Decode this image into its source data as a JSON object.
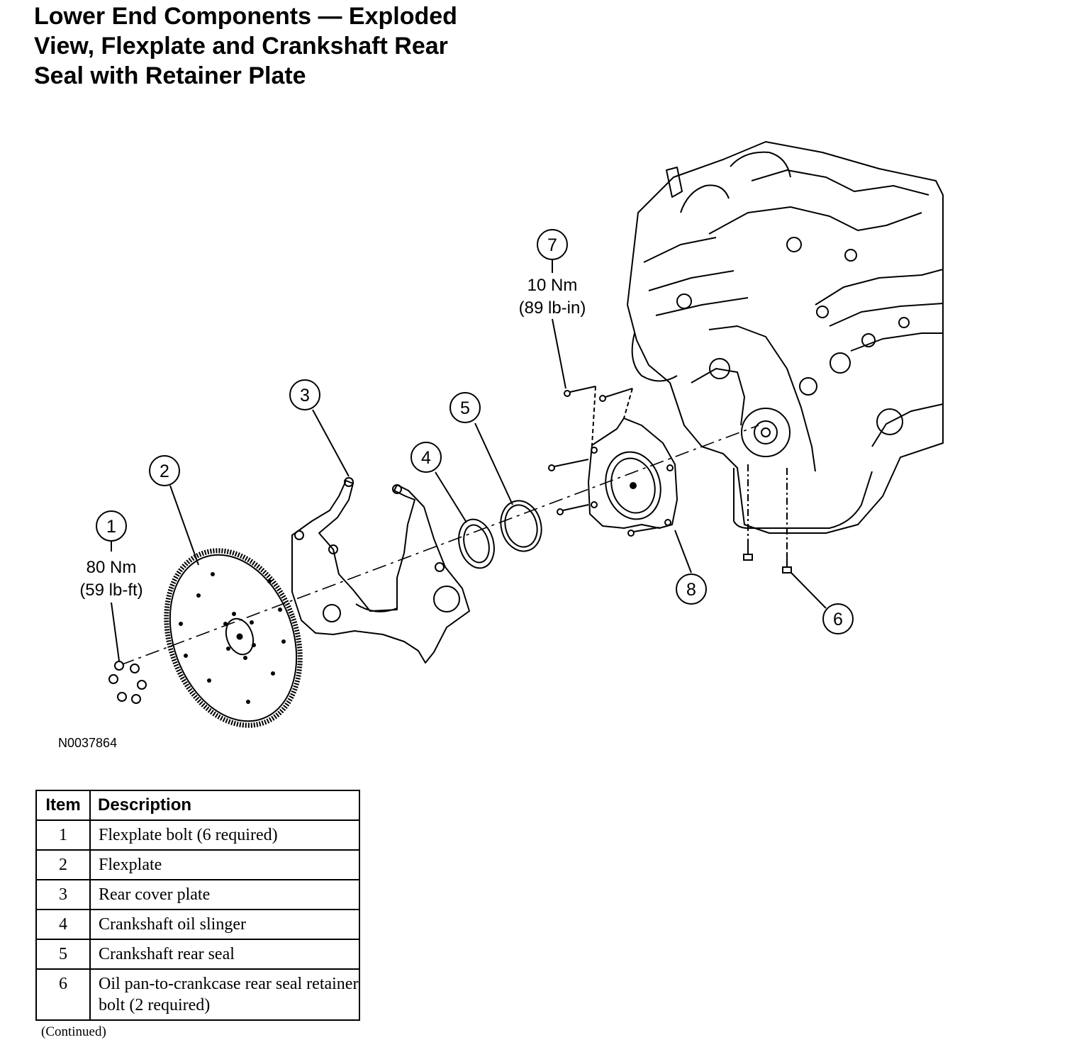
{
  "title": {
    "line1": "Lower End Components — Exploded",
    "line2": "View, Flexplate and Crankshaft Rear",
    "line3": "Seal with Retainer Plate"
  },
  "figure_id": "N0037864",
  "callouts": [
    {
      "number": "1",
      "torque_line1": "80 Nm",
      "torque_line2": "(59 lb-ft)"
    },
    {
      "number": "2"
    },
    {
      "number": "3"
    },
    {
      "number": "4"
    },
    {
      "number": "5"
    },
    {
      "number": "6"
    },
    {
      "number": "7",
      "torque_line1": "10 Nm",
      "torque_line2": "(89 lb-in)"
    },
    {
      "number": "8"
    }
  ],
  "legend": {
    "headers": [
      "Item",
      "Description"
    ],
    "rows": [
      {
        "item": "1",
        "description": "Flexplate bolt (6 required)"
      },
      {
        "item": "2",
        "description": "Flexplate"
      },
      {
        "item": "3",
        "description": "Rear cover plate"
      },
      {
        "item": "4",
        "description": "Crankshaft oil slinger"
      },
      {
        "item": "5",
        "description": "Crankshaft rear seal"
      },
      {
        "item": "6",
        "description": "Oil pan-to-crankcase rear seal retainer bolt (2 required)"
      }
    ]
  },
  "continued_note": "(Continued)"
}
